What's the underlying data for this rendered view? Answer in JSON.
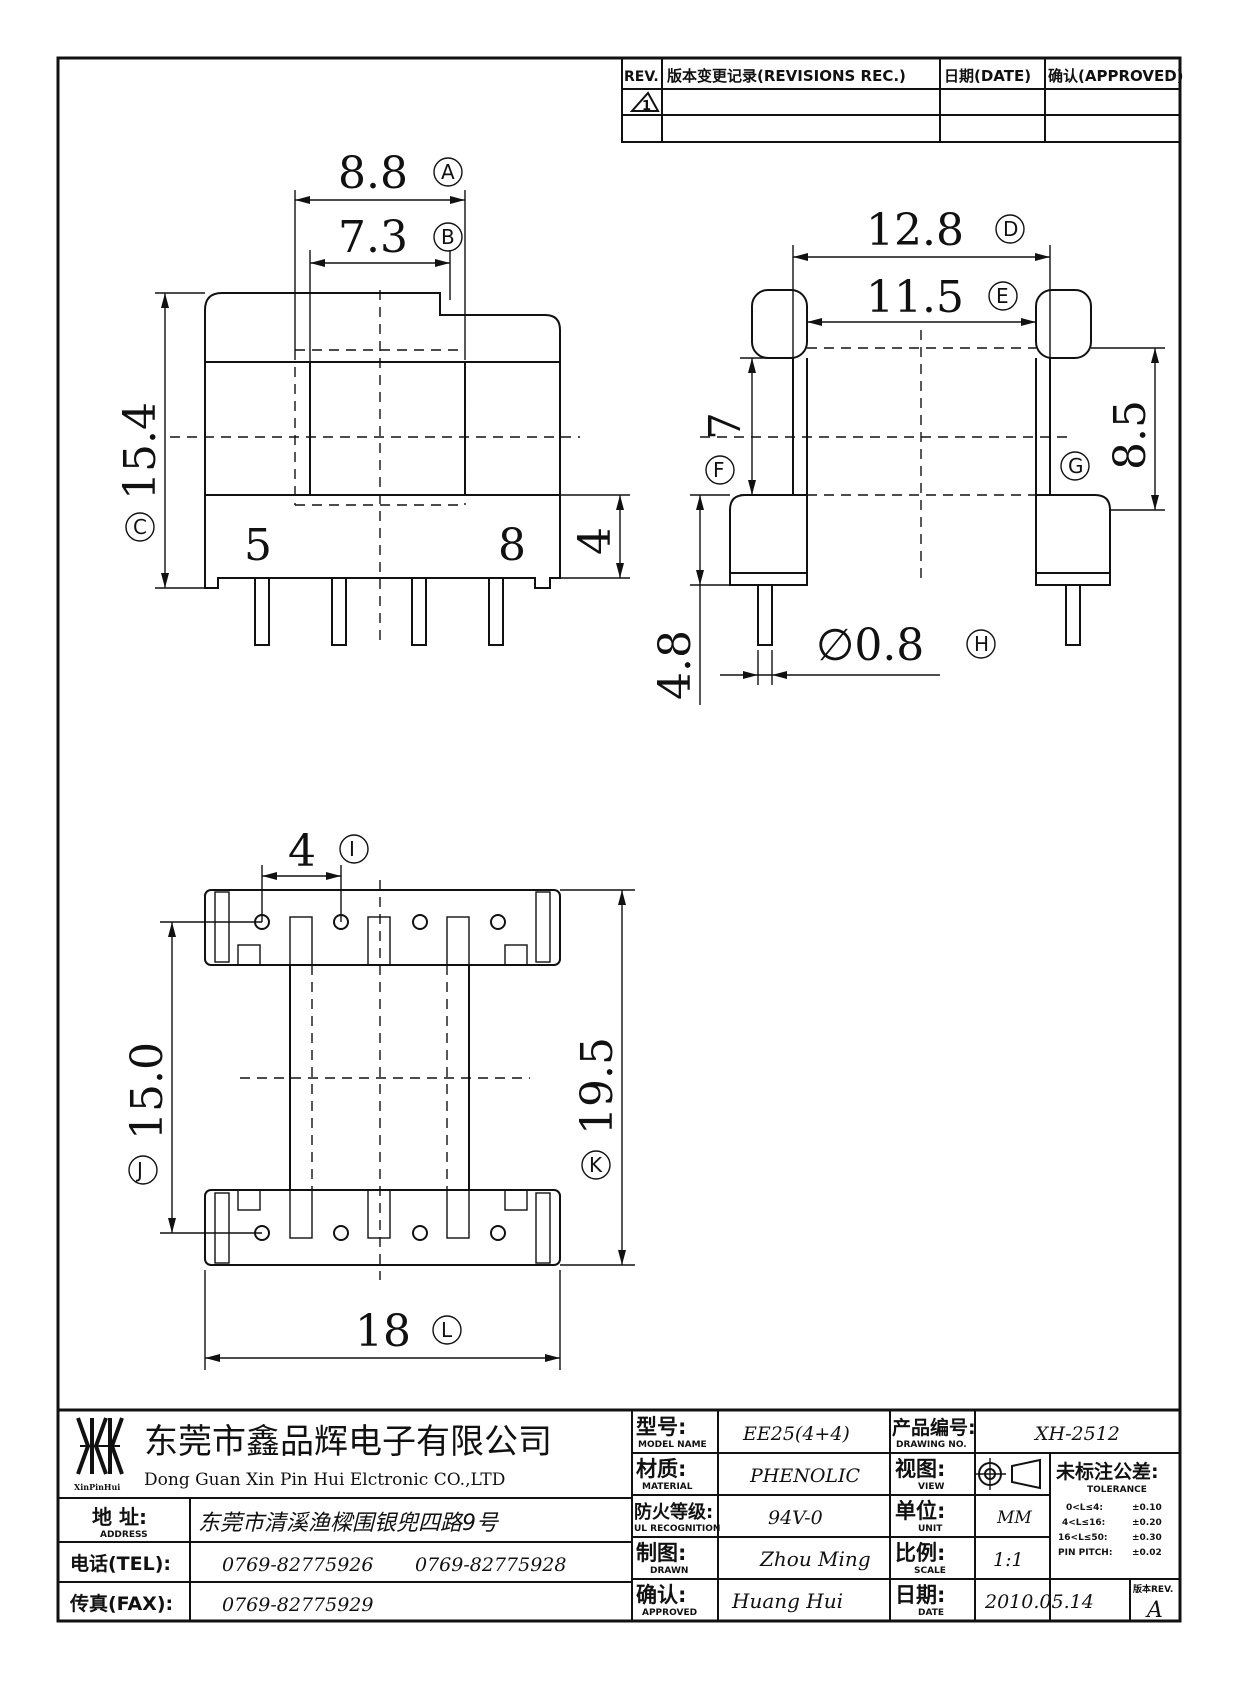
{
  "revision_table": {
    "header_rev": "REV.",
    "header_record": "版本变更记录(REVISIONS REC.)",
    "header_date": "日期(DATE)",
    "header_approved": "确认(APPROVED)",
    "row1_rev": "1"
  },
  "front_view": {
    "dim_a": "8.8",
    "dim_a_tag": "A",
    "dim_b": "7.3",
    "dim_b_tag": "B",
    "dim_c": "15.4",
    "dim_c_tag": "C",
    "dim_4": "4",
    "pin_left": "5",
    "pin_right": "8"
  },
  "side_view": {
    "dim_d": "12.8",
    "dim_d_tag": "D",
    "dim_e": "11.5",
    "dim_e_tag": "E",
    "dim_f": "7",
    "dim_f_tag": "F",
    "dim_g": "8.5",
    "dim_g_tag": "G",
    "dim_48": "4.8",
    "dim_h": "∅0.8",
    "dim_h_tag": "H"
  },
  "bottom_view": {
    "dim_i": "4",
    "dim_i_tag": "I",
    "dim_j": "15.0",
    "dim_j_tag": "J",
    "dim_k": "19.5",
    "dim_k_tag": "K",
    "dim_l": "18",
    "dim_l_tag": "L"
  },
  "title_block": {
    "logo_text": "XinPinHui",
    "company_cn": "东莞市鑫品辉电子有限公司",
    "company_en": "Dong Guan Xin Pin Hui Elctronic CO.,LTD",
    "address_label": "地  址:",
    "address_label_en": "ADDRESS",
    "address_value": "东莞市清溪渔樑围银兜四路9号",
    "tel_label": "电话(TEL):",
    "tel_value_1": "0769-82775926",
    "tel_value_2": "0769-82775928",
    "fax_label": "传真(FAX):",
    "fax_value": "0769-82775929",
    "model_label": "型号:",
    "model_label_en": "MODEL NAME",
    "model_value": "EE25(4+4)",
    "material_label": "材质:",
    "material_label_en": "MATERIAL",
    "material_value": "PHENOLIC",
    "ul_label": "防火等级:",
    "ul_label_en": "UL RECOGNITION",
    "ul_value": "94V-0",
    "drawn_label": "制图:",
    "drawn_label_en": "DRAWN",
    "drawn_value": "Zhou Ming",
    "approved_label": "确认:",
    "approved_label_en": "APPROVED",
    "approved_value": "Huang Hui",
    "drawing_no_label": "产品编号:",
    "drawing_no_label_en": "DRAWING NO.",
    "drawing_no_value": "XH-2512",
    "view_label": "视图:",
    "view_label_en": "VIEW",
    "unit_label": "单位:",
    "unit_label_en": "UNIT",
    "unit_value": "MM",
    "scale_label": "比例:",
    "scale_label_en": "SCALE",
    "scale_value": "1:1",
    "date_label": "日期:",
    "date_label_en": "DATE",
    "date_value": "2010.05.14",
    "tolerance_title": "未标注公差:",
    "tolerance_title_en": "TOLERANCE",
    "tol_1_range": "0<L≤4:",
    "tol_1_value": "±0.10",
    "tol_2_range": "4<L≤16:",
    "tol_2_value": "±0.20",
    "tol_3_range": "16<L≤50:",
    "tol_3_value": "±0.30",
    "tol_4_range": "PIN PITCH:",
    "tol_4_value": "±0.02",
    "rev_label": "版本REV.",
    "rev_value": "A"
  }
}
